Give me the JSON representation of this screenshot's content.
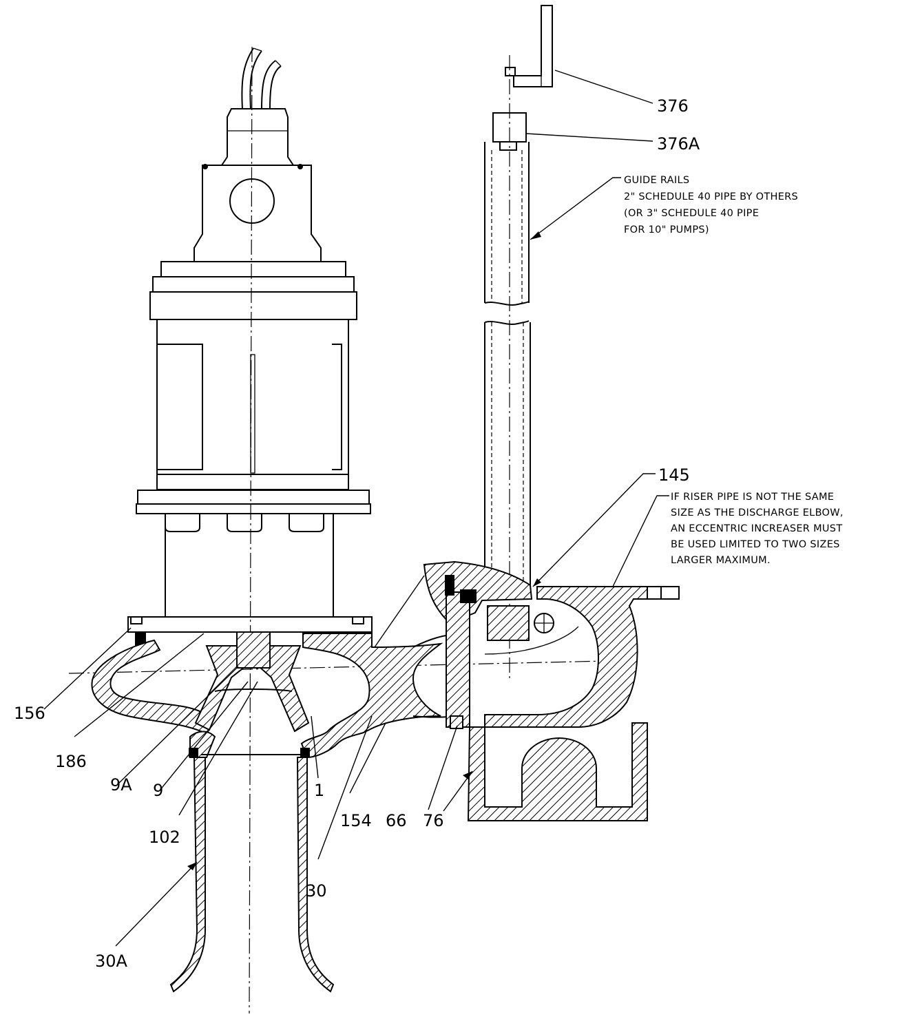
{
  "callouts": {
    "c376": "376",
    "c376a": "376A",
    "c145": "145",
    "c156": "156",
    "c186": "186",
    "c9a": "9A",
    "c9": "9",
    "c1": "1",
    "c102": "102",
    "c154": "154",
    "c66": "66",
    "c76": "76",
    "c30": "30",
    "c30a": "30A"
  },
  "notes": {
    "guide_rails": [
      "GUIDE RAILS",
      "2\" SCHEDULE 40 PIPE BY OTHERS",
      "(OR 3\" SCHEDULE 40 PIPE",
      "FOR 10\" PUMPS)"
    ],
    "riser_pipe": [
      "IF RISER PIPE IS NOT THE SAME",
      "SIZE AS THE DISCHARGE ELBOW,",
      "AN ECCENTRIC INCREASER MUST",
      "BE USED LIMITED TO TWO SIZES",
      "LARGER MAXIMUM."
    ]
  }
}
